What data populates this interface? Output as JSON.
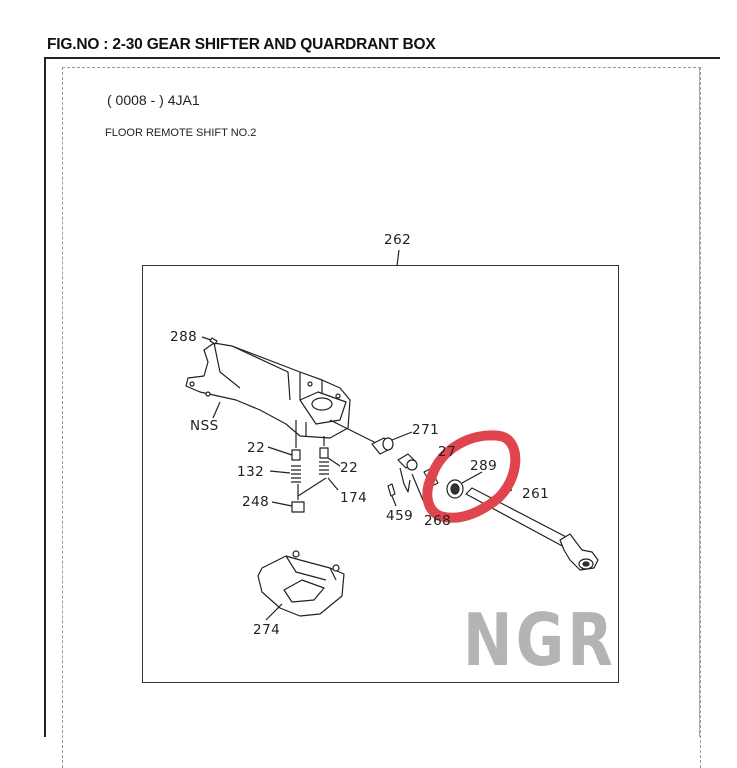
{
  "figure": {
    "title": "FIG.NO : 2-30 GEAR SHIFTER AND QUARDRANT BOX",
    "model": "( 0008 -      ) 4JA1",
    "subtitle": "FLOOR REMOTE SHIFT NO.2"
  },
  "callouts": {
    "c262": "262",
    "c288": "288",
    "nss": "NSS",
    "c271": "271",
    "c27x": "27",
    "c289": "289",
    "c261": "261",
    "c22a": "22",
    "c22b": "22",
    "c132": "132",
    "c174": "174",
    "c248": "248",
    "c459": "459",
    "c268": "268",
    "c274": "274"
  },
  "highlight": {
    "part": "289",
    "color": "#e0454d"
  },
  "watermark": "NGR"
}
